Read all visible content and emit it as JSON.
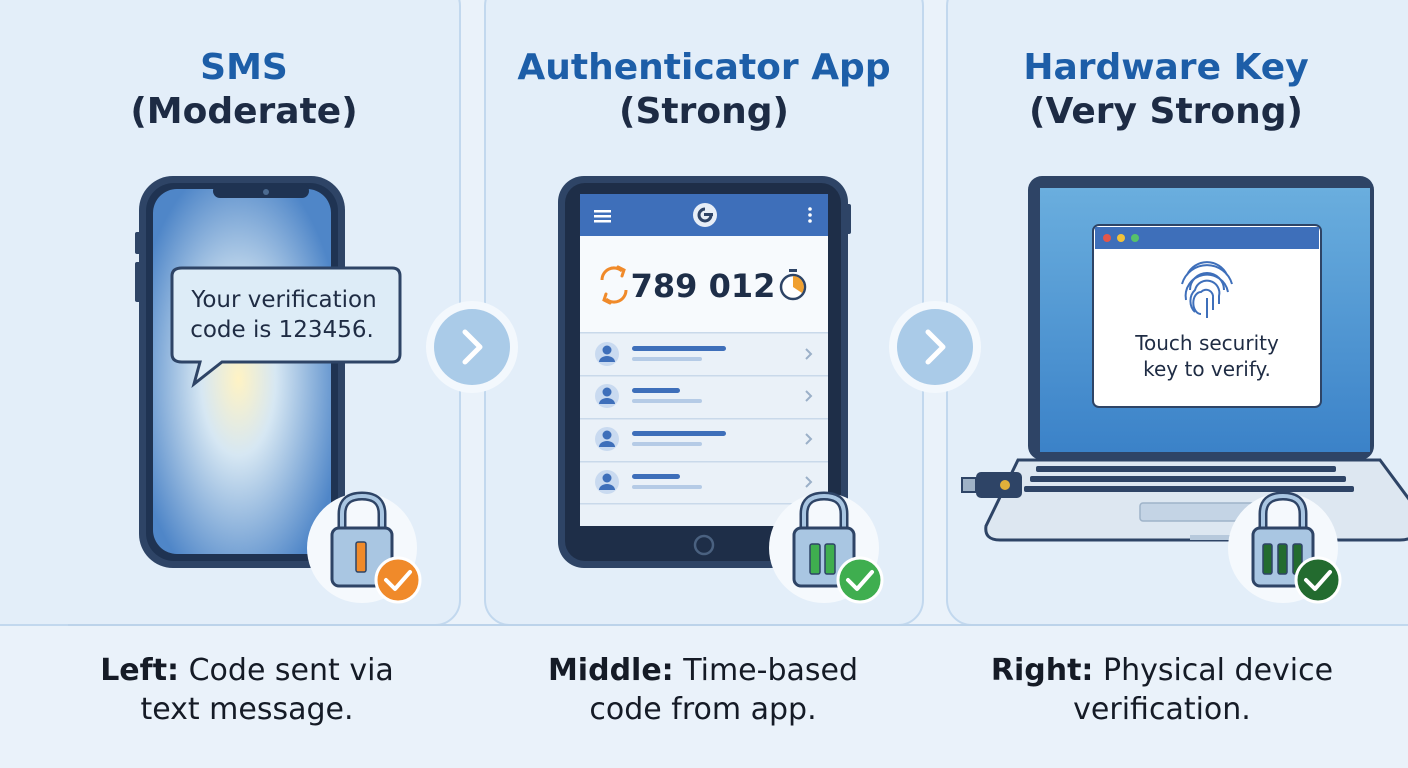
{
  "panels": {
    "sms": {
      "title": "SMS",
      "strength": "(Moderate)",
      "message": [
        "Your verification",
        "code is 123456."
      ],
      "caption_label": "Left:",
      "caption_text_1": "Code sent via",
      "caption_text_2": "text message."
    },
    "authenticator": {
      "title": "Authenticator App",
      "strength": "(Strong)",
      "code": "789 012",
      "caption_label": "Middle:",
      "caption_text_1": "Time-based",
      "caption_text_2": "code from app."
    },
    "hardware": {
      "title": "Hardware Key",
      "strength": "(Very Strong)",
      "prompt": [
        "Touch security",
        "key to verify."
      ],
      "caption_label": "Right:",
      "caption_text_1": "Physical device",
      "caption_text_2": "verification."
    }
  },
  "colors": {
    "title_blue": "#1d5ea8",
    "title_dark": "#1d2b44",
    "moderate_orange": "#f08a2a",
    "strong_green": "#3fae4f",
    "very_strong_green": "#236b2f"
  },
  "icons": [
    "smartphone-icon",
    "chat-bubble-icon",
    "tablet-icon",
    "refresh-icon",
    "timer-icon",
    "user-icon",
    "chevron-right-icon",
    "laptop-icon",
    "fingerprint-icon",
    "usb-security-key-icon",
    "padlock-icon",
    "checkmark-badge-icon",
    "arrow-right-icon"
  ]
}
